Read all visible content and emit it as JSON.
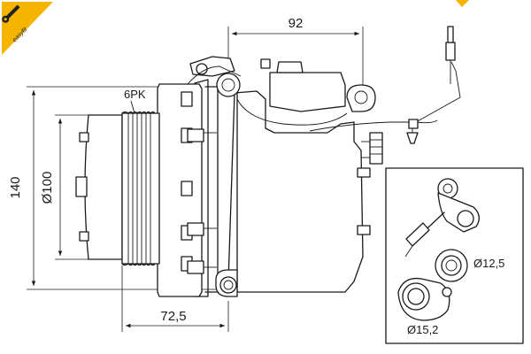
{
  "badge": {
    "text": "easyfit",
    "color": "#f4b400"
  },
  "dimensions": {
    "top_width": "92",
    "overall_height": "140",
    "pulley_diameter": "Ø100",
    "depth": "72,5",
    "belt": "6PK"
  },
  "detail": {
    "port_small": "Ø12,5",
    "port_large": "Ø15,2"
  }
}
